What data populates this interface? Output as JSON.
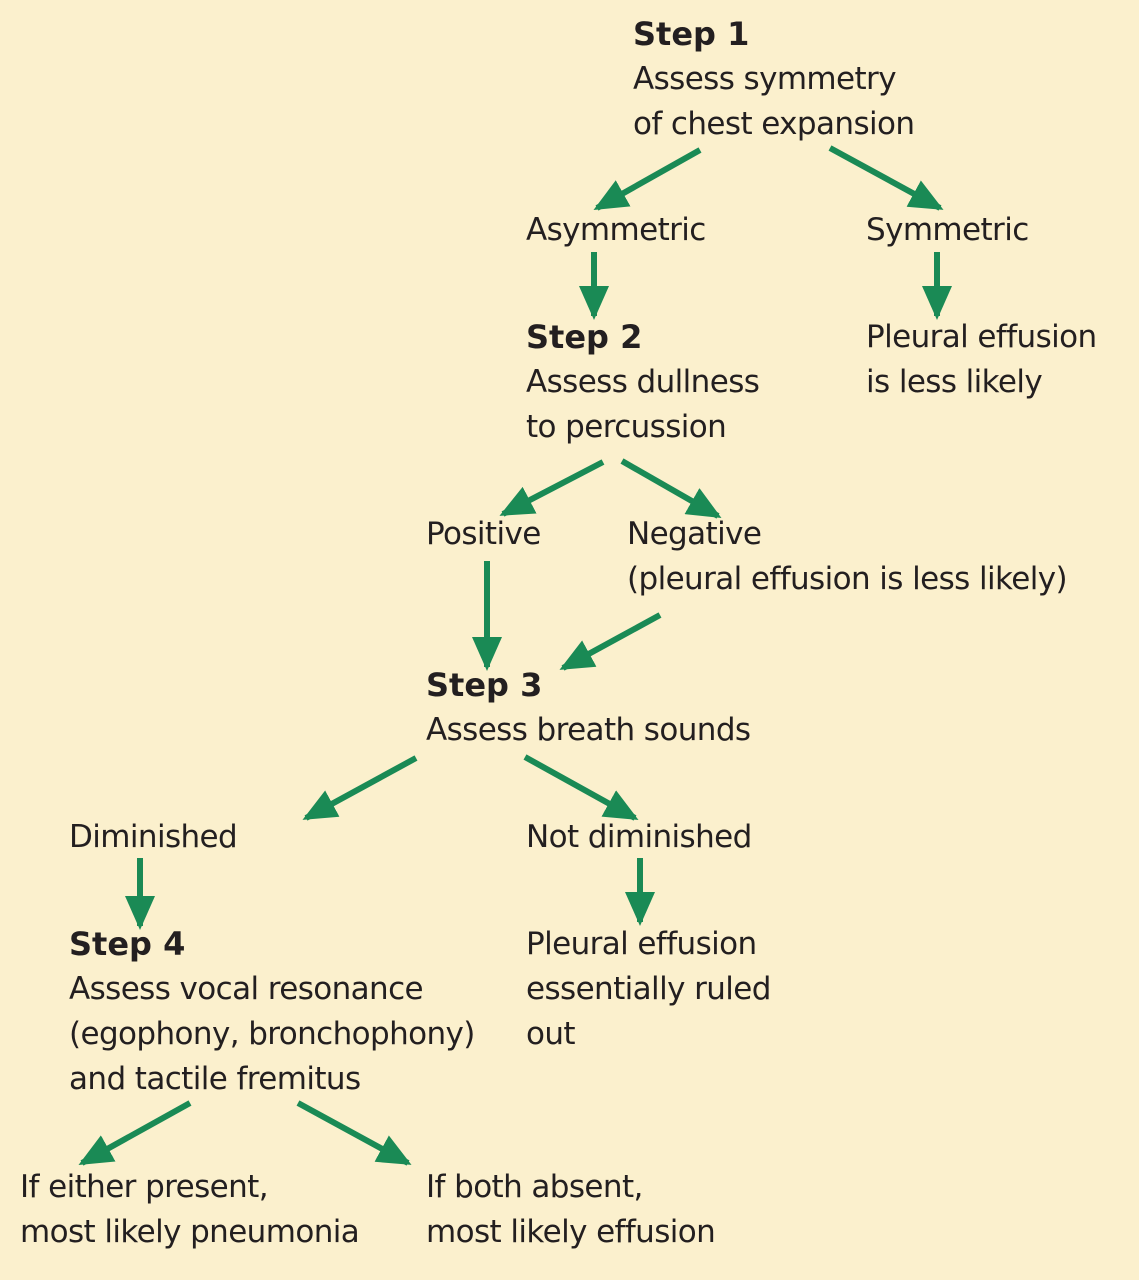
{
  "step1": {
    "title": "Step 1",
    "lines": [
      "Assess symmetry",
      "of chest expansion"
    ]
  },
  "asymmetric": "Asymmetric",
  "symmetric": "Symmetric",
  "step2": {
    "title": "Step 2",
    "lines": [
      "Assess dullness",
      "to percussion"
    ]
  },
  "symmetric_outcome": [
    "Pleural effusion",
    "is less likely"
  ],
  "positive": "Positive",
  "negative": [
    "Negative",
    "(pleural effusion is less likely)"
  ],
  "step3": {
    "title": "Step 3",
    "lines": [
      "Assess breath sounds"
    ]
  },
  "diminished": "Diminished",
  "not_diminished": "Not diminished",
  "step4": {
    "title": "Step 4",
    "lines": [
      "Assess vocal resonance",
      "(egophony, bronchophony)",
      "and tactile fremitus"
    ]
  },
  "not_diminished_outcome": [
    "Pleural effusion",
    "essentially ruled",
    "out"
  ],
  "either_present": [
    "If either present,",
    "most likely pneumonia"
  ],
  "both_absent": [
    "If both absent,",
    "most likely effusion"
  ],
  "arrow_color": "#1a8a55"
}
